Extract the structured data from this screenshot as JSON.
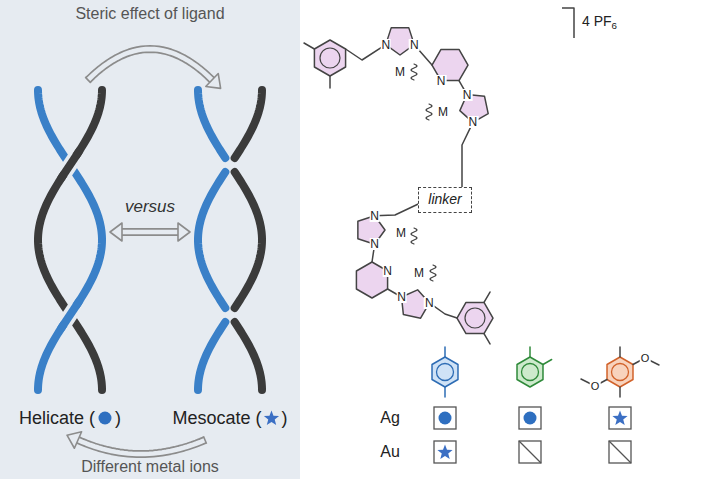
{
  "diagram": {
    "nodes": [
      {
        "text": [
          "linker"
        ]
      }
    ],
    "labels": [
      "Steric effect of ligand",
      "versus",
      "Helicate (",
      ")",
      "Mesocate (",
      ")",
      "Different metal ions",
      "4 PF",
      "6",
      "N",
      "N",
      "N",
      "N",
      "N",
      "N",
      "N",
      "N",
      "N",
      "N",
      "M",
      "M",
      "M",
      "M",
      "Ag",
      "Au",
      "O",
      "O"
    ]
  }
}
